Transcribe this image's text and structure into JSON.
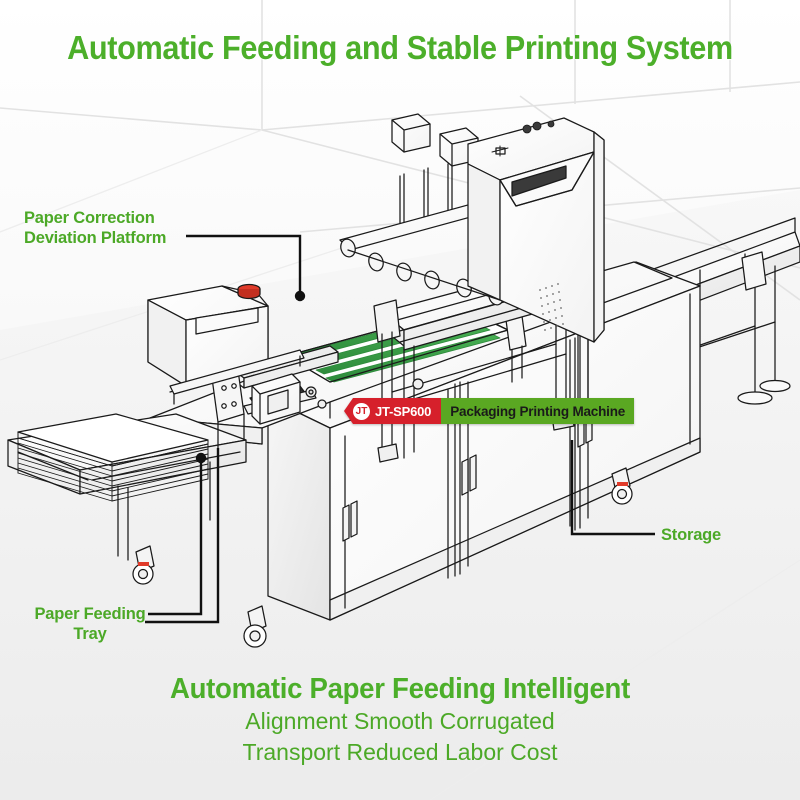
{
  "header": {
    "title": "Automatic Feeding and Stable Printing System"
  },
  "callouts": [
    {
      "key": "correction",
      "label": "Paper Correction\nDeviation Platform"
    },
    {
      "key": "tray",
      "label": "Paper Feeding\nTray"
    },
    {
      "key": "storage",
      "label": "Storage"
    }
  ],
  "badge": {
    "logo": "JT",
    "model": "JT-SP600",
    "text": "Packaging Printing Machine",
    "red": "#D6202B",
    "green": "#5AA822"
  },
  "footer": {
    "headline": "Automatic Paper Feeding Intelligent",
    "line1": "Alignment Smooth Corrugated",
    "line2": "Transport Reduced Labor Cost"
  },
  "colors": {
    "brand_green": "#4CAF2A",
    "text_green": "#4CA927",
    "belt_green": "#3FA647",
    "belt_green_dark": "#2E8B3C",
    "line": "#1a1a1a",
    "accent_red": "#E03B2A",
    "background": "#f4f4f4"
  },
  "illustration": {
    "name": "packaging-printing-machine-line-drawing",
    "parts": [
      "paper-stack",
      "feeding-tray",
      "feeder-hood",
      "emergency-stop-button",
      "control-panel",
      "correction-platform",
      "green-conveyor-belts",
      "print-head-gantry",
      "ink-nozzles",
      "main-cabinet",
      "cabinet-doors",
      "casters",
      "outfeed-conveyor",
      "leveling-feet"
    ]
  }
}
